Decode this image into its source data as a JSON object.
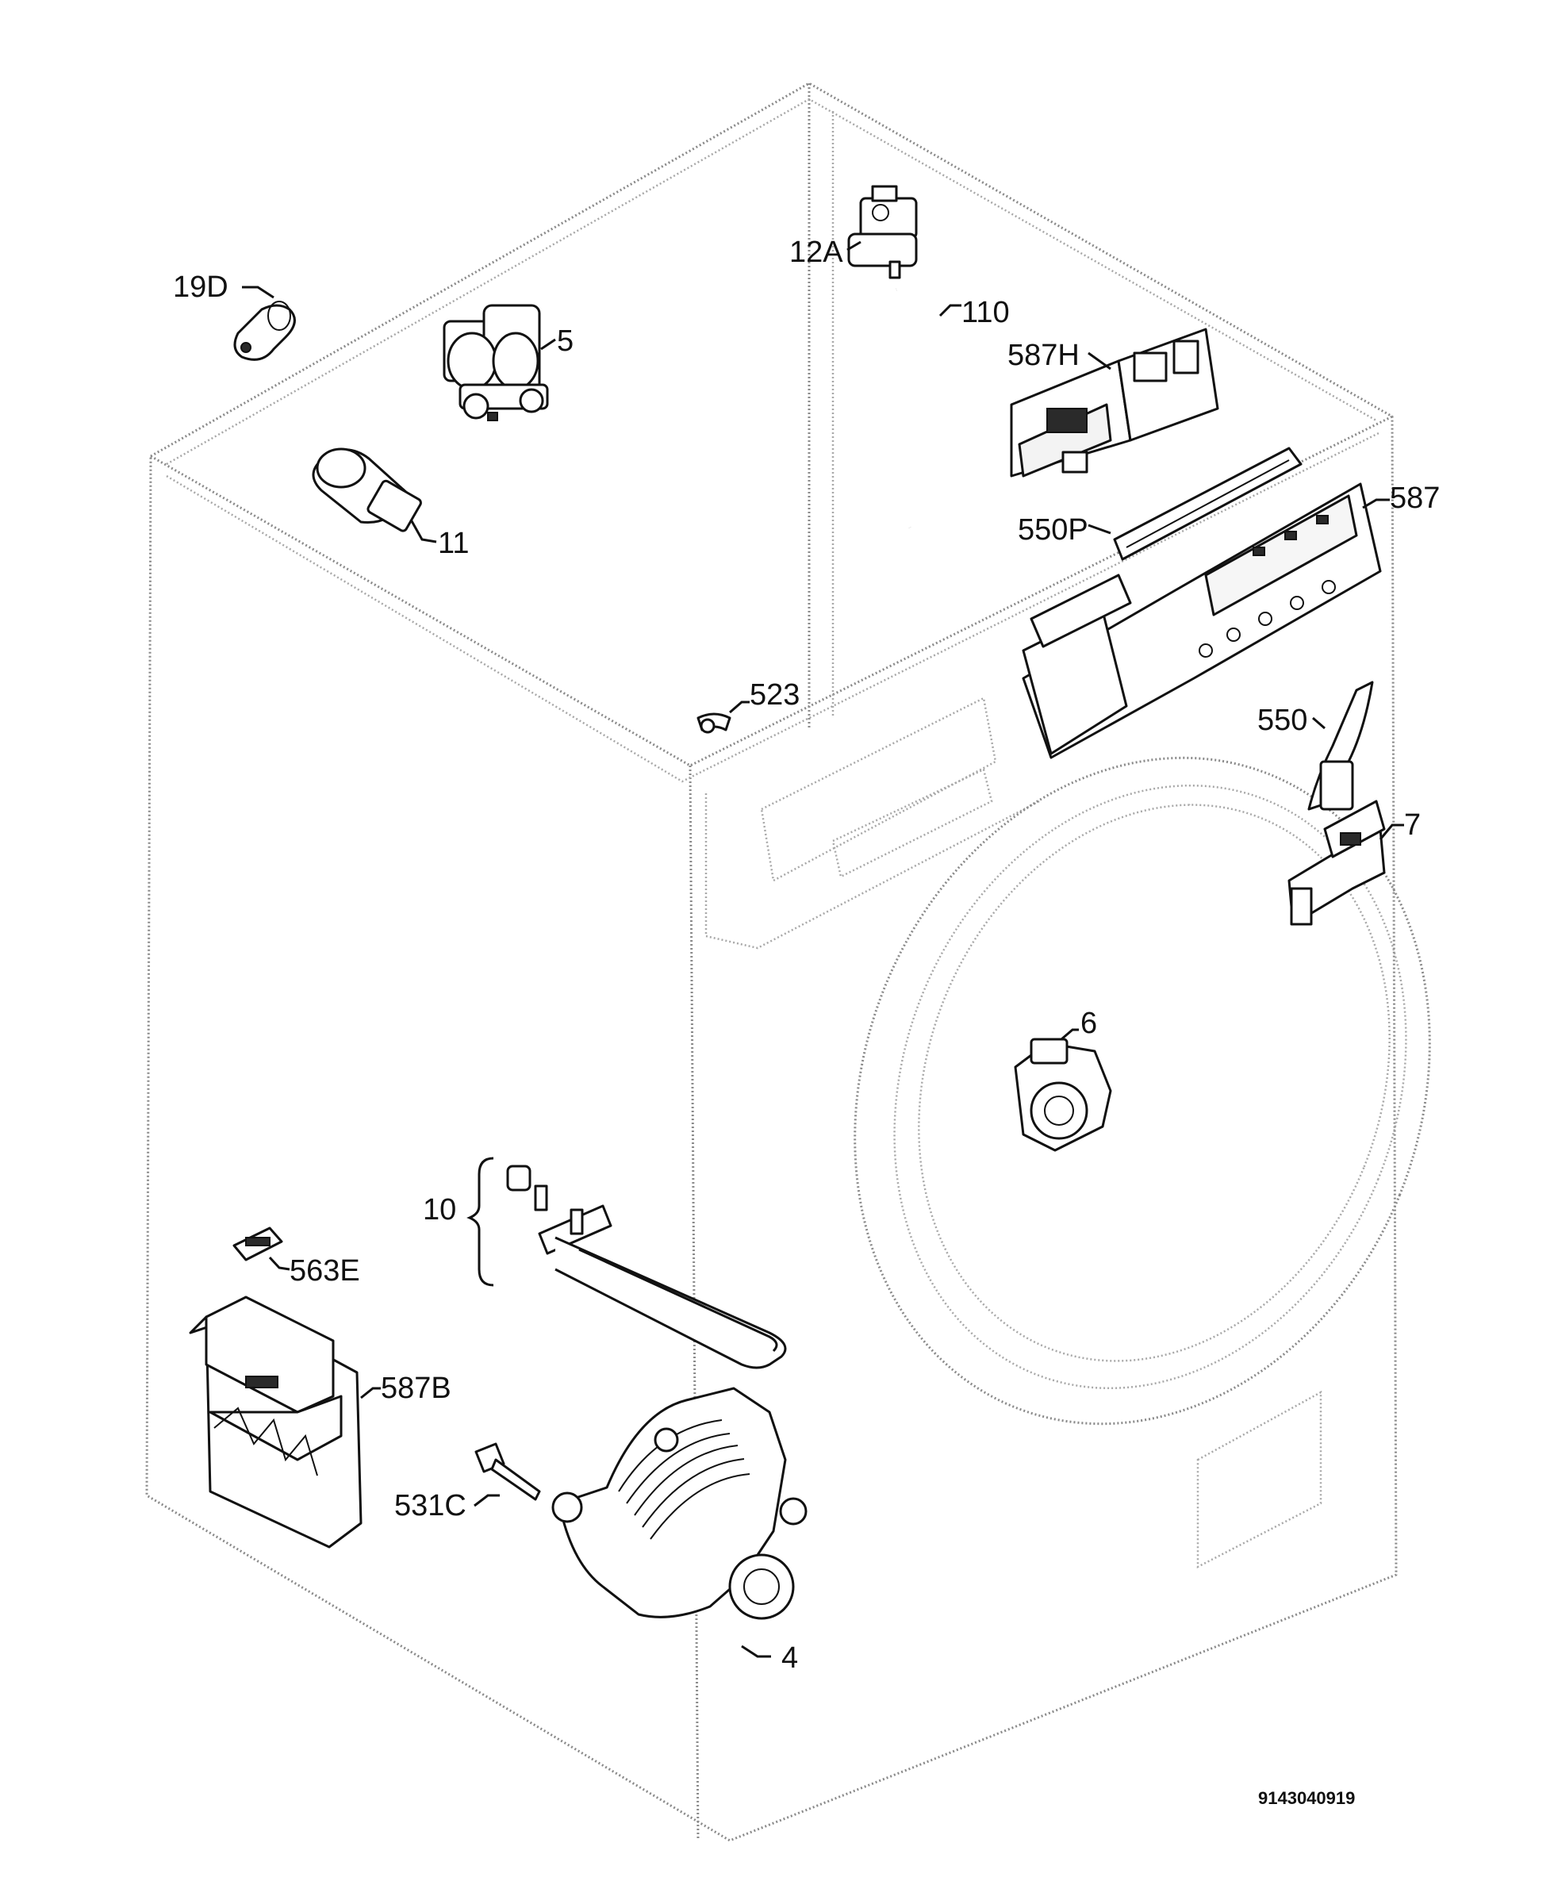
{
  "drawing_number": "9143040919",
  "callouts": {
    "c19D": "19D",
    "c5": "5",
    "c11": "11",
    "c12A": "12A",
    "c110": "110",
    "c587H": "587H",
    "c587": "587",
    "c550P": "550P",
    "c523": "523",
    "c550": "550",
    "c7": "7",
    "c6": "6",
    "c10": "10",
    "c563E": "563E",
    "c587B": "587B",
    "c531C": "531C",
    "c4": "4"
  }
}
